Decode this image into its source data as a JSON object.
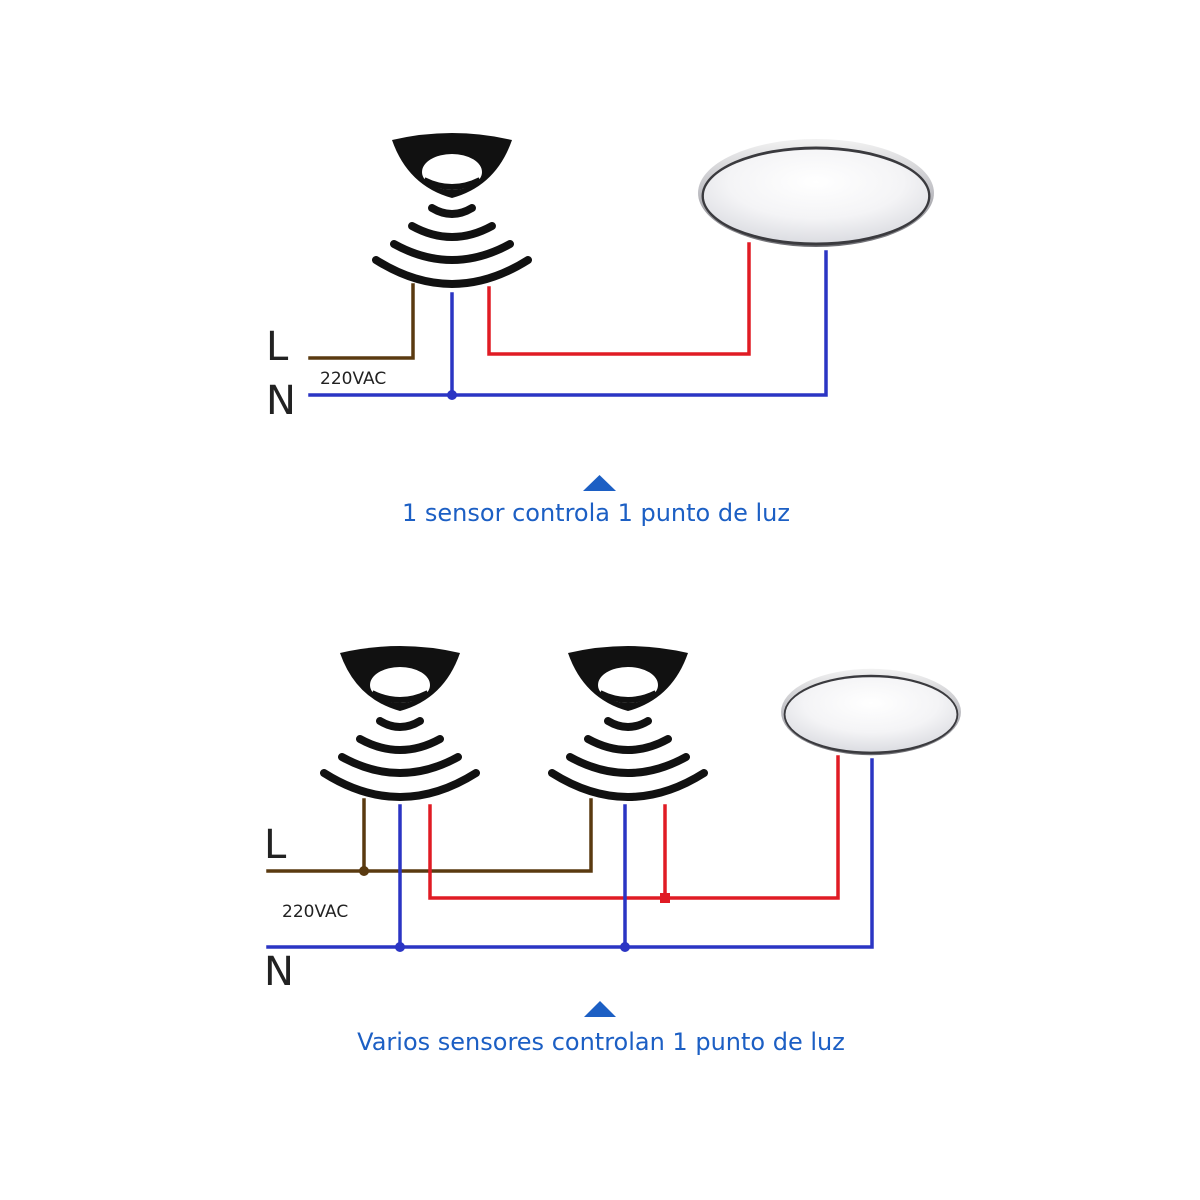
{
  "colors": {
    "live": "#5a3a10",
    "neutral": "#2b35c4",
    "switched": "#e01b24",
    "caption": "#1c5fc4",
    "sensor": "#111111"
  },
  "icons": {
    "sensor": "motion-sensor-icon",
    "lamp": "ceiling-lamp-icon",
    "pointer": "triangle-up-icon"
  },
  "diagram1": {
    "line_label": "L",
    "neutral_label": "N",
    "voltage": "220VAC",
    "caption": "1 sensor controla 1 punto de luz"
  },
  "diagram2": {
    "line_label": "L",
    "neutral_label": "N",
    "voltage": "220VAC",
    "caption": "Varios sensores controlan 1 punto de luz"
  }
}
